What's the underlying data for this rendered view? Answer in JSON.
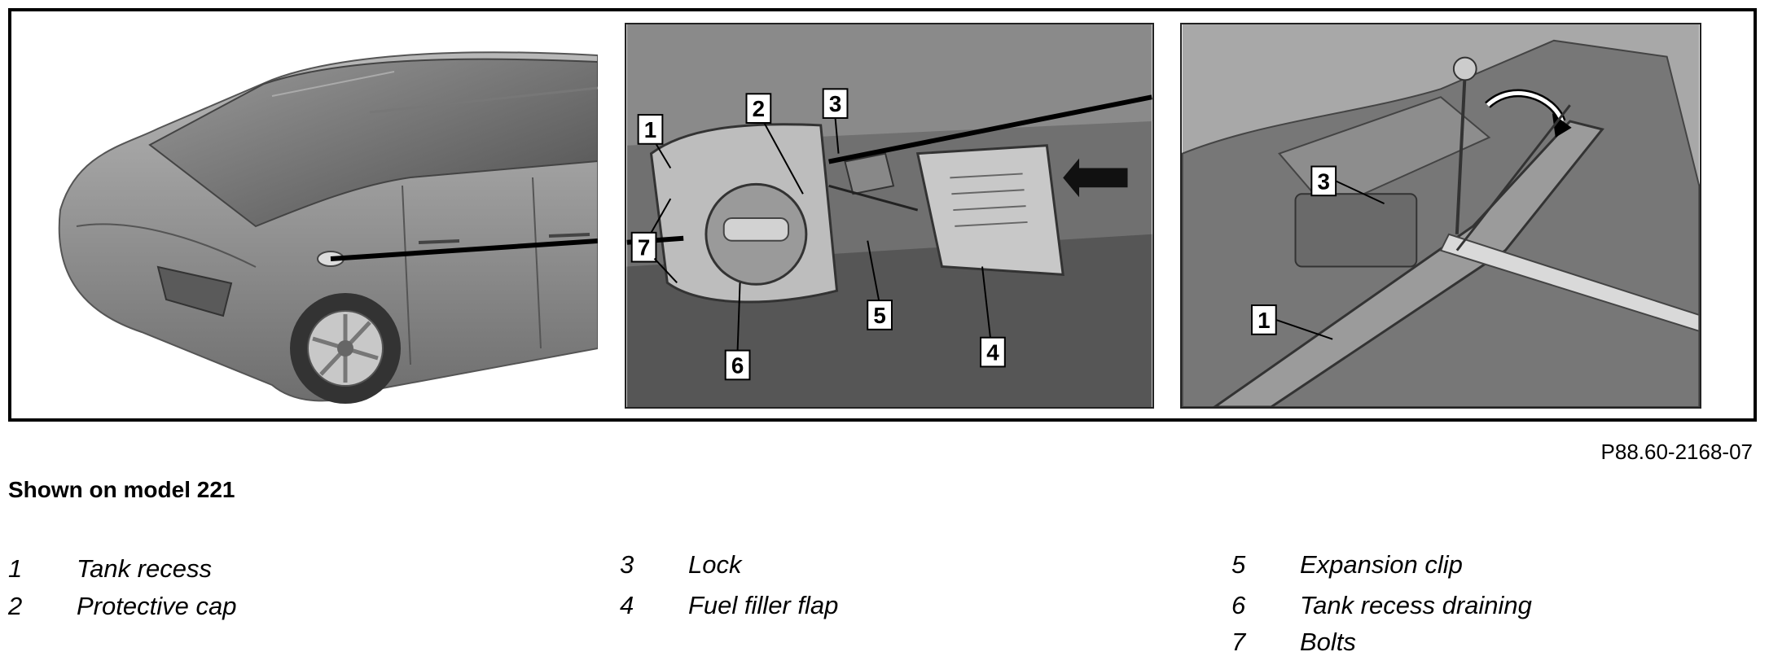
{
  "figure": {
    "reference_code": "P88.60-2168-07",
    "caption": "Shown on model 221",
    "callouts_flap": [
      "1",
      "2",
      "3",
      "4",
      "5",
      "6",
      "7"
    ],
    "callouts_lock": [
      "3",
      "1"
    ]
  },
  "legend": [
    {
      "number": "1",
      "label": "Tank recess"
    },
    {
      "number": "2",
      "label": "Protective cap"
    },
    {
      "number": "3",
      "label": "Lock"
    },
    {
      "number": "4",
      "label": "Fuel filler flap"
    },
    {
      "number": "5",
      "label": "Expansion clip"
    },
    {
      "number": "6",
      "label": "Tank recess draining"
    },
    {
      "number": "7",
      "label": "Bolts"
    }
  ]
}
